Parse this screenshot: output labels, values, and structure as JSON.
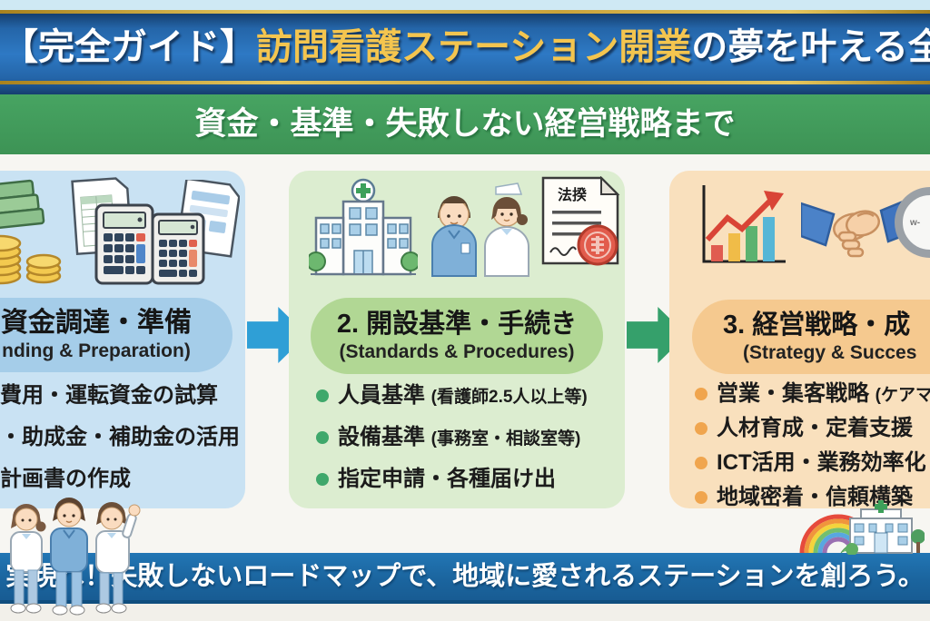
{
  "header": {
    "title_prefix": "【完全ガイド】",
    "title_highlight": "訪問看護ステーション開業",
    "title_suffix": "の夢を叶える全手順",
    "banner_subtitle": "資金・基準・失敗しない経営戦略まで"
  },
  "steps": [
    {
      "title": "資金調達・準備",
      "subtitle": "nding & Preparation)",
      "items": [
        "費用・運転資金の試算",
        "・助成金・補助金の活用",
        "計画書の作成"
      ],
      "icons": [
        "money-and-coins-icon",
        "document-calculator-icon",
        "calculator-document-icon"
      ]
    },
    {
      "title": "2. 開設基準・手続き",
      "subtitle": "(Standards & Procedures)",
      "doc_label": "法揆",
      "items": [
        {
          "main": "人員基準 ",
          "note": "(看護師2.5人以上等)"
        },
        {
          "main": "設備基準 ",
          "note": "(事務室・相談室等)"
        },
        {
          "main": "指定申請・各種届け出",
          "note": ""
        }
      ],
      "icons": [
        "hospital-icon",
        "nurses-icon",
        "legal-document-icon"
      ]
    },
    {
      "title": "3. 経営戦略・成",
      "subtitle": "(Strategy & Succes",
      "items": [
        {
          "main": "営業・集客戦略 ",
          "note": "(ケアマ"
        },
        {
          "main": "人材育成・定着支援",
          "note": ""
        },
        {
          "main": "ICT活用・業務効率化",
          "note": ""
        },
        {
          "main": "地域密着・信頼構築",
          "note": ""
        }
      ],
      "icons": [
        "growth-chart-icon",
        "handshake-icon",
        "clock-icon"
      ],
      "clock_label": "w-"
    }
  ],
  "footer": {
    "message": "実現へ！失敗しないロードマップで、地域に愛されるステーションを創ろう。"
  },
  "colors": {
    "header_blue": "#2e79c4",
    "gold": "#d9b440",
    "banner_green": "#41a05e",
    "footer_blue": "#1b659f",
    "step1_bg": "#c9e2f3",
    "step1_pill": "#a5cde9",
    "step2_bg": "#dcedd0",
    "step2_pill": "#b1d794",
    "step3_bg": "#f9e0bd",
    "step3_pill": "#f5c98f",
    "arrow1_blue": "#2f9fd6",
    "arrow2_green": "#35a06b"
  }
}
